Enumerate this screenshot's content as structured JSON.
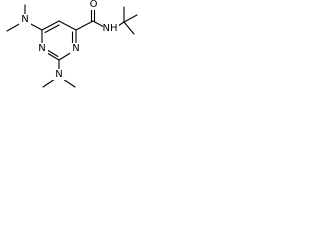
{
  "molecule": {
    "atoms": {
      "n_ring_top": "N",
      "n_ring_bottom": "N",
      "n_amide": "NH",
      "o_carbonyl": "O",
      "n_dimethylamino_top": "N",
      "n_dimethylamino_bottom": "N"
    }
  },
  "colors": {
    "bond": "#000000",
    "label": "#000000",
    "background": "#ffffff"
  }
}
